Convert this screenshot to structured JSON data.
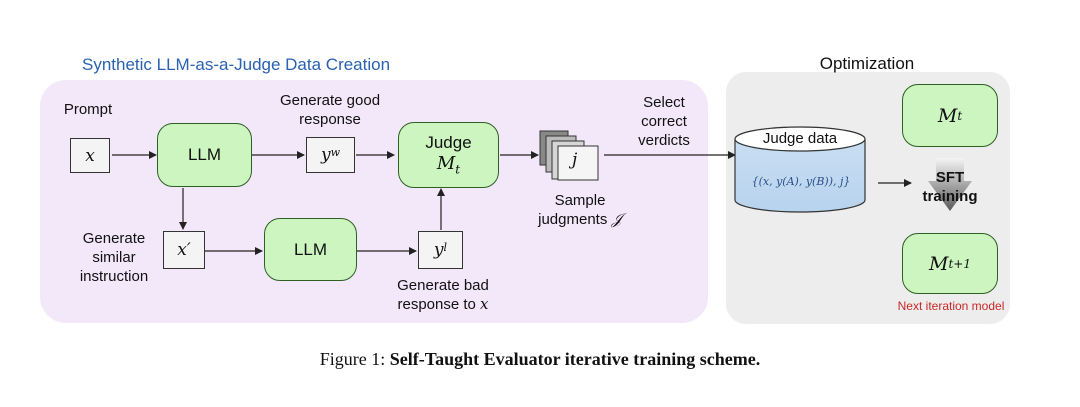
{
  "left_panel": {
    "title": "Synthetic LLM-as-a-Judge Data Creation",
    "prompt_label": "Prompt",
    "x_var": "x",
    "llm_top": "LLM",
    "generate_good": "Generate good",
    "response": "response",
    "yw": "y",
    "yw_sup": "w",
    "judge_label": "Judge",
    "judge_model": "M",
    "judge_sub": "t",
    "select_correct_1": "Select",
    "select_correct_2": "correct",
    "select_correct_3": "verdicts",
    "sample_1": "Sample",
    "sample_2": "judgments",
    "j_var": "j",
    "j_cal": "𝒥",
    "generate_similar_1": "Generate",
    "generate_similar_2": "similar",
    "generate_similar_3": "instruction",
    "x_prime": "x′",
    "llm_bottom": "LLM",
    "yl": "y",
    "yl_sup": "l",
    "generate_bad_1": "Generate bad",
    "generate_bad_2": "response to",
    "generate_bad_x": "x"
  },
  "right_panel": {
    "title": "Optimization",
    "judge_data": "Judge data",
    "tuple": "{(x, y(A), y(B)), j}",
    "mt": "M",
    "mt_sub": "t",
    "sft_1": "SFT",
    "sft_2": "training",
    "mt1": "M",
    "mt1_sub": "t+1",
    "next_iter": "Next iteration model"
  },
  "caption": {
    "prefix": "Figure 1: ",
    "bold": "Self-Taught Evaluator iterative training scheme."
  },
  "colors": {
    "left_panel_bg": "#f3e8fa",
    "right_panel_bg": "#ededed",
    "node_fill": "#ccf5c0",
    "node_border": "#2e5f23",
    "title_blue": "#2a61b0",
    "next_iter_red": "#c62828",
    "cylinder_fill": "#c9def2"
  }
}
